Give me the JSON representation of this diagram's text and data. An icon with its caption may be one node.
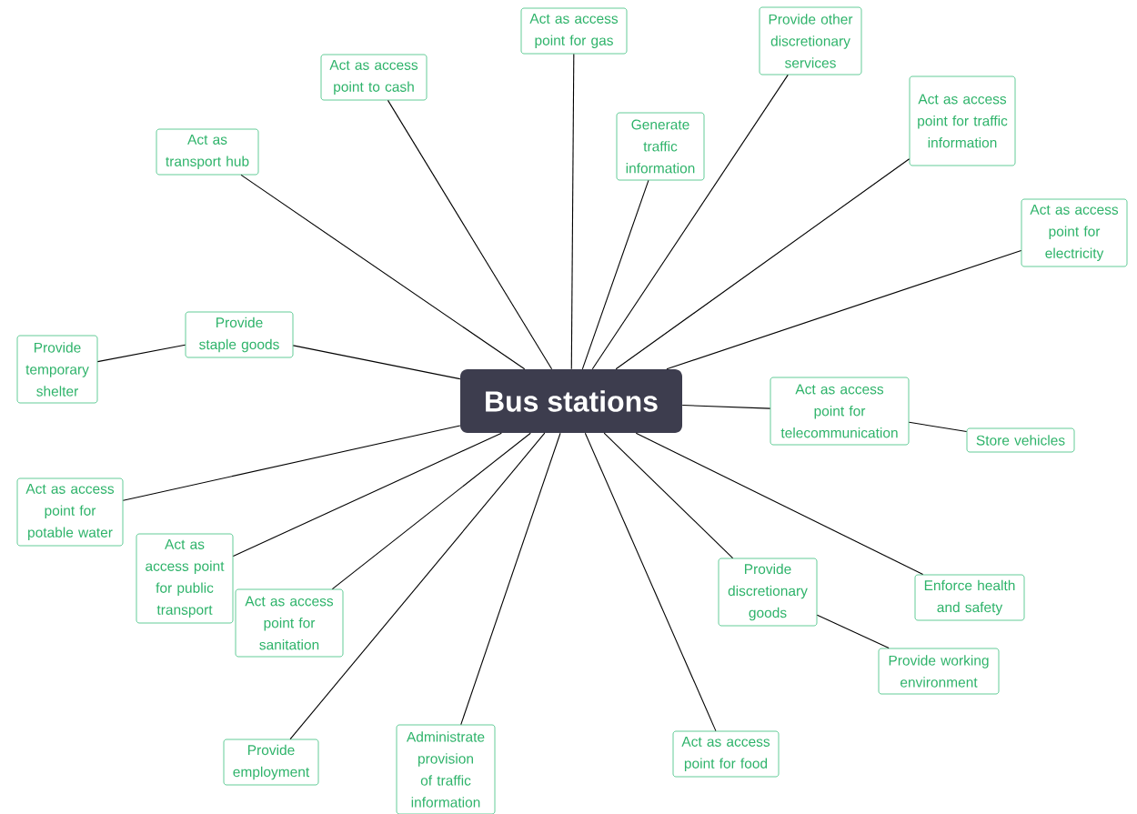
{
  "diagram": {
    "nodes": [
      {
        "text": [
          "Bus stations"
        ]
      },
      {
        "text": [
          "Act as access point for gas"
        ]
      },
      {
        "text": [
          "Provide other discretionary services"
        ]
      },
      {
        "text": [
          "Act as access point to cash"
        ]
      },
      {
        "text": [
          "Act as access point for traffic information"
        ]
      },
      {
        "text": [
          "Generate traffic information"
        ]
      },
      {
        "text": [
          "Act as transport hub"
        ]
      },
      {
        "text": [
          "Act as access point for electricity"
        ]
      },
      {
        "text": [
          "Provide staple goods"
        ]
      },
      {
        "text": [
          "Provide temporary shelter"
        ]
      },
      {
        "text": [
          "Act as access point for telecommunication"
        ]
      },
      {
        "text": [
          "Store vehicles"
        ]
      },
      {
        "text": [
          "Act as access point for potable water"
        ]
      },
      {
        "text": [
          "Act as access point for public transport"
        ]
      },
      {
        "text": [
          "Act as access point for sanitation"
        ]
      },
      {
        "text": [
          "Provide discretionary goods"
        ]
      },
      {
        "text": [
          "Enforce health and safety"
        ]
      },
      {
        "text": [
          "Provide working environment"
        ]
      },
      {
        "text": [
          "Provide employment"
        ]
      },
      {
        "text": [
          "Administrate provision of traffic information"
        ]
      },
      {
        "text": [
          "Act as access point for food"
        ]
      }
    ],
    "edges": [
      {
        "from": 0,
        "to": 1,
        "arrow": "none"
      },
      {
        "from": 0,
        "to": 2,
        "arrow": "none"
      },
      {
        "from": 0,
        "to": 3,
        "arrow": "none"
      },
      {
        "from": 0,
        "to": 4,
        "arrow": "none"
      },
      {
        "from": 0,
        "to": 5,
        "arrow": "none"
      },
      {
        "from": 0,
        "to": 6,
        "arrow": "none"
      },
      {
        "from": 0,
        "to": 7,
        "arrow": "none"
      },
      {
        "from": 0,
        "to": 8,
        "arrow": "none"
      },
      {
        "from": 8,
        "to": 9,
        "arrow": "none"
      },
      {
        "from": 0,
        "to": 10,
        "arrow": "none"
      },
      {
        "from": 10,
        "to": 11,
        "arrow": "none"
      },
      {
        "from": 0,
        "to": 12,
        "arrow": "none"
      },
      {
        "from": 0,
        "to": 13,
        "arrow": "none"
      },
      {
        "from": 0,
        "to": 14,
        "arrow": "none"
      },
      {
        "from": 0,
        "to": 15,
        "arrow": "none"
      },
      {
        "from": 0,
        "to": 16,
        "arrow": "none"
      },
      {
        "from": 15,
        "to": 17,
        "arrow": "none"
      },
      {
        "from": 0,
        "to": 18,
        "arrow": "none"
      },
      {
        "from": 0,
        "to": 19,
        "arrow": "none"
      },
      {
        "from": 0,
        "to": 20,
        "arrow": "none"
      }
    ]
  }
}
